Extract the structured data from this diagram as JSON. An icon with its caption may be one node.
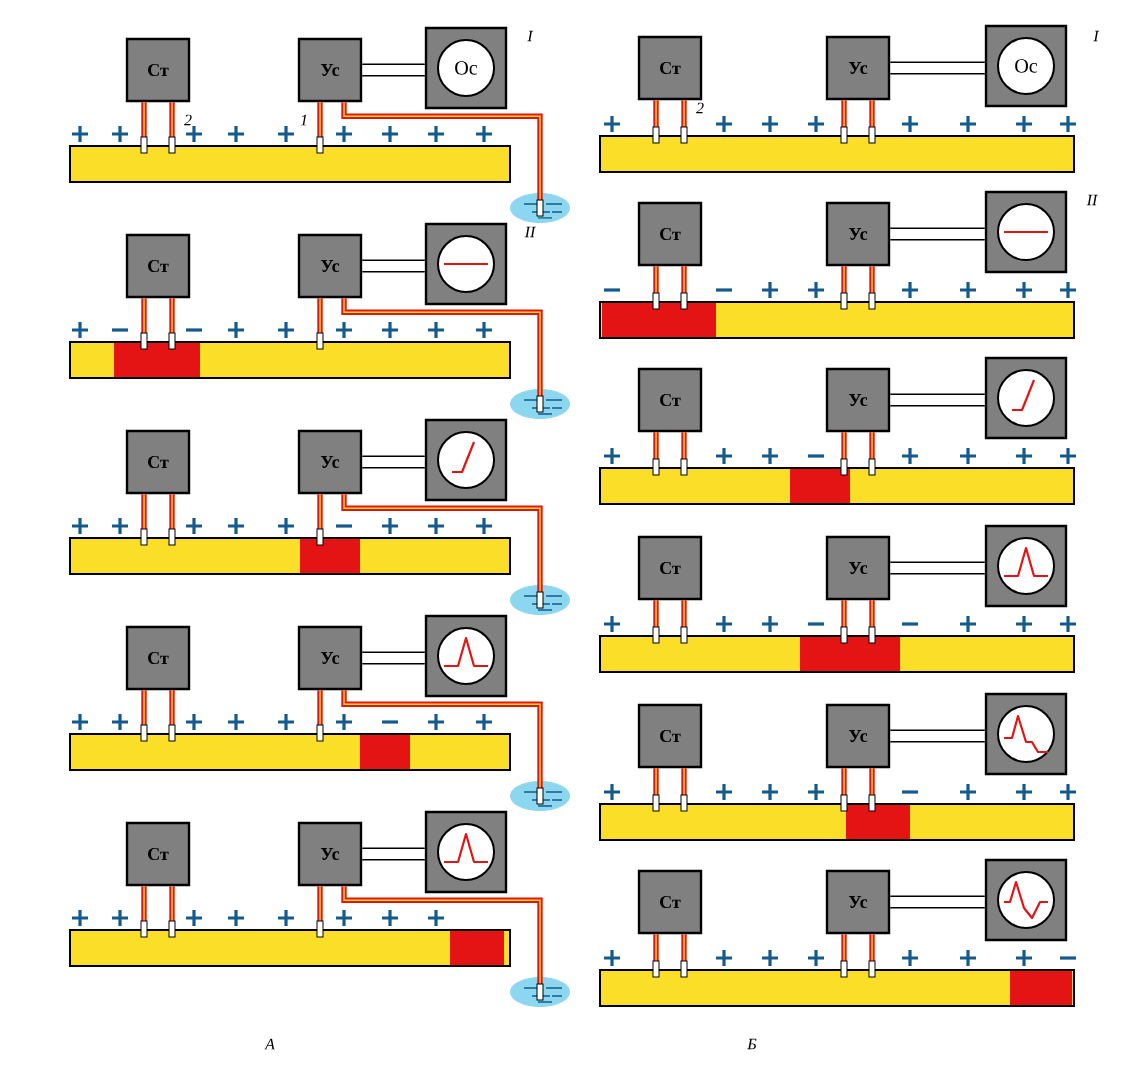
{
  "diagram": {
    "nodes": [
      {
        "text": [
          "Ст"
        ]
      },
      {
        "text": [
          "Ус"
        ]
      },
      {
        "text": [
          "Ос"
        ]
      },
      {
        "text": [],
        "shape": "bar"
      },
      {
        "text": [],
        "shape": "puddle"
      },
      {
        "text": [
          "Ст"
        ]
      },
      {
        "text": [
          "Ус"
        ]
      },
      {
        "text": [],
        "shape": "box"
      },
      {
        "text": [],
        "shape": "bar"
      },
      {
        "text": [],
        "shape": "puddle"
      },
      {
        "text": [
          "Ст"
        ]
      },
      {
        "text": [
          "Ус"
        ]
      },
      {
        "text": [],
        "shape": "box"
      },
      {
        "text": [],
        "shape": "bar"
      },
      {
        "text": [],
        "shape": "puddle"
      },
      {
        "text": [
          "Ст"
        ]
      },
      {
        "text": [
          "Ус"
        ]
      },
      {
        "text": [],
        "shape": "box"
      },
      {
        "text": [],
        "shape": "bar"
      },
      {
        "text": [],
        "shape": "puddle"
      },
      {
        "text": [
          "Ст"
        ]
      },
      {
        "text": [
          "Ус"
        ]
      },
      {
        "text": [],
        "shape": "box"
      },
      {
        "text": [],
        "shape": "bar"
      },
      {
        "text": [],
        "shape": "puddle"
      },
      {
        "text": [
          "Ст"
        ]
      },
      {
        "text": [
          "Ус"
        ]
      },
      {
        "text": [
          "Ос"
        ]
      },
      {
        "text": [],
        "shape": "bar"
      },
      {
        "text": [
          "Ст"
        ]
      },
      {
        "text": [
          "Ус"
        ]
      },
      {
        "text": [],
        "shape": "box"
      },
      {
        "text": [],
        "shape": "bar"
      },
      {
        "text": [
          "Ст"
        ]
      },
      {
        "text": [
          "Ус"
        ]
      },
      {
        "text": [],
        "shape": "box"
      },
      {
        "text": [],
        "shape": "bar"
      },
      {
        "text": [
          "Ст"
        ]
      },
      {
        "text": [
          "Ус"
        ]
      },
      {
        "text": [],
        "shape": "box"
      },
      {
        "text": [],
        "shape": "bar"
      },
      {
        "text": [
          "Ст"
        ]
      },
      {
        "text": [
          "Ус"
        ]
      },
      {
        "text": [],
        "shape": "box"
      },
      {
        "text": [],
        "shape": "bar"
      },
      {
        "text": [
          "Ст"
        ]
      },
      {
        "text": [
          "Ус"
        ]
      },
      {
        "text": [],
        "shape": "box"
      },
      {
        "text": [],
        "shape": "bar"
      }
    ],
    "edges": [
      {
        "from": 1,
        "to": 2,
        "arrow": "none",
        "style": "thick",
        "color": "#000000"
      },
      {
        "from": 0,
        "to": 3,
        "arrow": "other"
      },
      {
        "from": 0,
        "to": 3,
        "arrow": "other"
      },
      {
        "from": 1,
        "to": 3,
        "arrow": "other"
      },
      {
        "from": 1,
        "to": 4,
        "arrow": "other"
      },
      {
        "from": 6,
        "to": 7,
        "arrow": "none",
        "style": "thick",
        "color": "#000000"
      },
      {
        "from": 5,
        "to": 8,
        "arrow": "other"
      },
      {
        "from": 5,
        "to": 8,
        "arrow": "other"
      },
      {
        "from": 6,
        "to": 8,
        "arrow": "other"
      },
      {
        "from": 6,
        "to": 9,
        "arrow": "other"
      },
      {
        "from": 11,
        "to": 12,
        "arrow": "none",
        "style": "thick",
        "color": "#000000"
      },
      {
        "from": 10,
        "to": 13,
        "arrow": "other"
      },
      {
        "from": 10,
        "to": 13,
        "arrow": "other"
      },
      {
        "from": 11,
        "to": 13,
        "arrow": "other"
      },
      {
        "from": 11,
        "to": 14,
        "arrow": "other"
      },
      {
        "from": 16,
        "to": 17,
        "arrow": "none",
        "style": "thick",
        "color": "#000000"
      },
      {
        "from": 15,
        "to": 18,
        "arrow": "other"
      },
      {
        "from": 15,
        "to": 18,
        "arrow": "other"
      },
      {
        "from": 16,
        "to": 18,
        "arrow": "other"
      },
      {
        "from": 16,
        "to": 19,
        "arrow": "other"
      },
      {
        "from": 21,
        "to": 22,
        "arrow": "none",
        "style": "thick",
        "color": "#000000"
      },
      {
        "from": 20,
        "to": 23,
        "arrow": "other"
      },
      {
        "from": 20,
        "to": 23,
        "arrow": "other"
      },
      {
        "from": 21,
        "to": 23,
        "arrow": "other"
      },
      {
        "from": 21,
        "to": 24,
        "arrow": "other"
      },
      {
        "from": 26,
        "to": 27,
        "arrow": "none",
        "style": "thick",
        "color": "#000000"
      },
      {
        "from": 25,
        "to": 28,
        "arrow": "other"
      },
      {
        "from": 25,
        "to": 28,
        "arrow": "other"
      },
      {
        "from": 26,
        "to": 28,
        "arrow": "other"
      },
      {
        "from": 26,
        "to": 28,
        "arrow": "other"
      },
      {
        "from": 30,
        "to": 31,
        "arrow": "none",
        "style": "thick",
        "color": "#000000"
      },
      {
        "from": 29,
        "to": 32,
        "arrow": "other"
      },
      {
        "from": 29,
        "to": 32,
        "arrow": "other"
      },
      {
        "from": 30,
        "to": 32,
        "arrow": "other"
      },
      {
        "from": 30,
        "to": 32,
        "arrow": "other"
      },
      {
        "from": 34,
        "to": 35,
        "arrow": "none",
        "style": "thick",
        "color": "#000000"
      },
      {
        "from": 33,
        "to": 36,
        "arrow": "other"
      },
      {
        "from": 33,
        "to": 36,
        "arrow": "other"
      },
      {
        "from": 34,
        "to": 36,
        "arrow": "other"
      },
      {
        "from": 34,
        "to": 36,
        "arrow": "other"
      },
      {
        "from": 38,
        "to": 39,
        "arrow": "none",
        "style": "thick",
        "color": "#000000"
      },
      {
        "from": 37,
        "to": 40,
        "arrow": "other"
      },
      {
        "from": 37,
        "to": 40,
        "arrow": "other"
      },
      {
        "from": 38,
        "to": 40,
        "arrow": "other"
      },
      {
        "from": 38,
        "to": 40,
        "arrow": "other"
      },
      {
        "from": 42,
        "to": 43,
        "arrow": "none",
        "style": "thick",
        "color": "#000000"
      },
      {
        "from": 41,
        "to": 44,
        "arrow": "other"
      },
      {
        "from": 41,
        "to": 44,
        "arrow": "other"
      },
      {
        "from": 42,
        "to": 44,
        "arrow": "other"
      },
      {
        "from": 42,
        "to": 44,
        "arrow": "other"
      },
      {
        "from": 46,
        "to": 47,
        "arrow": "none",
        "style": "thick",
        "color": "#000000"
      },
      {
        "from": 45,
        "to": 48,
        "arrow": "other"
      },
      {
        "from": 45,
        "to": 48,
        "arrow": "other"
      },
      {
        "from": 46,
        "to": 48,
        "arrow": "other"
      },
      {
        "from": 46,
        "to": 48,
        "arrow": "other"
      }
    ],
    "labels": [
      "I",
      "I",
      "2",
      "2",
      "1",
      "II",
      "II",
      "А",
      "Б"
    ]
  }
}
